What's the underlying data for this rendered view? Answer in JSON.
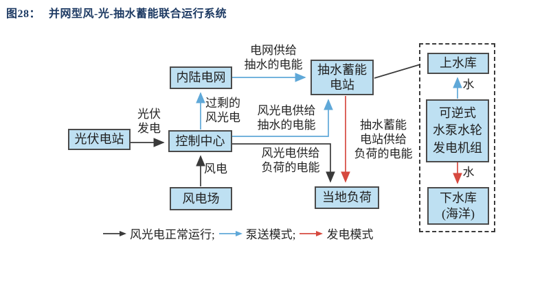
{
  "title": {
    "prefix": "图28：",
    "text": "并网型风-光-抽水蓄能联合运行系统"
  },
  "colors": {
    "title_text": "#1d3a63",
    "box_fill": "#bee0f2",
    "box_border": "#4a4a4a",
    "flow_normal_black": "#3a3a3a",
    "flow_pump_blue": "#5fa8d8",
    "flow_generate_red": "#d6493f",
    "background": "#ffffff"
  },
  "boxes": {
    "pv": "光伏电站",
    "control": "控制中心",
    "grid": "内陆电网",
    "wind": "风电场",
    "psh": "抽水蓄能\n电站",
    "load": "当地负荷",
    "upper": "上水库",
    "unit": "可逆式\n水泵水轮\n发电机组",
    "lower": "下水库\n(海洋)"
  },
  "labels": {
    "pv_gen": "光伏\n发电",
    "wind_power": "风电",
    "surplus": "过剩的\n风光电",
    "grid_to_pump": "电网供给\n抽水的电能",
    "re_to_pump": "风光电供给\n抽水的电能",
    "re_to_load": "风光电供给\n负荷的电能",
    "psh_to_load": "抽水蓄能\n电站供给\n负荷的电能",
    "water_up": "水",
    "water_down": "水"
  },
  "legend": {
    "items": [
      {
        "label": "风光电正常运行;",
        "color": "#3a3a3a",
        "meaning": "wind-solar normal operation"
      },
      {
        "label": "泵送模式;",
        "color": "#5fa8d8",
        "meaning": "pumping mode"
      },
      {
        "label": "发电模式",
        "color": "#d6493f",
        "meaning": "generation mode"
      }
    ]
  }
}
